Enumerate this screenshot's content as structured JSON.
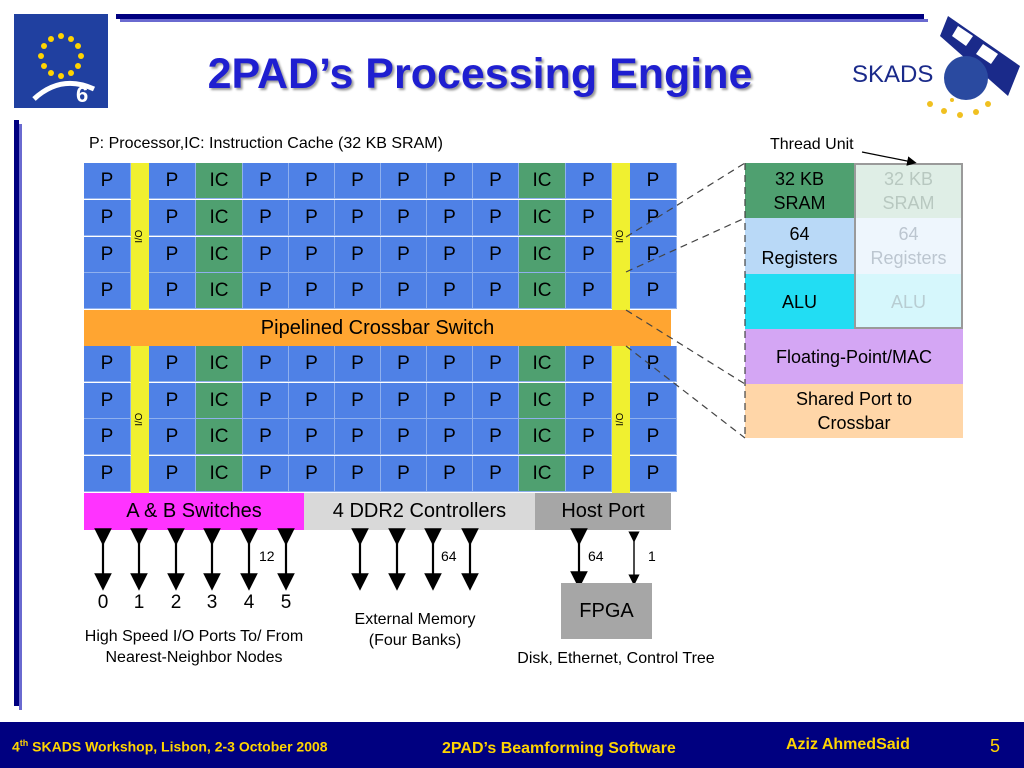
{
  "title": "2PAD’s Processing Engine",
  "legend_text": "P: Processor,IC: Instruction Cache (32 KB SRAM)",
  "columns": [
    "P",
    "I/O",
    "P",
    "IC",
    "P",
    "P",
    "P",
    "P",
    "P",
    "P",
    "IC",
    "P",
    "I/O",
    "P"
  ],
  "io_label": "I/O",
  "crossbar_label": "Pipelined Crossbar Switch",
  "bottom_bars": {
    "switches": "A & B Switches",
    "ddr": "4 DDR2 Controllers",
    "host": "Host Port"
  },
  "thread_unit": {
    "label": "Thread Unit",
    "sram": "32 KB SRAM",
    "registers": "64 Registers",
    "alu": "ALU",
    "fpu": "Floating-Point/MAC",
    "port": "Shared Port to Crossbar"
  },
  "port_numbers": [
    "0",
    "1",
    "2",
    "3",
    "4",
    "5"
  ],
  "width_labels": {
    "io_ports": "12",
    "memory": "64",
    "host_data": "64",
    "host_ctrl": "1"
  },
  "fpga_label": "FPGA",
  "captions": {
    "io": "High Speed I/O Ports To/ From Nearest-Neighbor Nodes",
    "memory": "External Memory (Four Banks)",
    "host": "Disk, Ethernet, Control Tree"
  },
  "footer": {
    "workshop_sup": "th",
    "workshop_num": "4",
    "workshop": " SKADS Workshop, Lisbon, 2-3 October 2008",
    "talk": "2PAD’s Beamforming Software",
    "author": "Aziz AhmedSaid",
    "page": "5"
  },
  "logos": {
    "eu": "EU FP6 logo",
    "skads": "SKADS"
  },
  "colors": {
    "processor": "#4f81e6",
    "icache": "#4fa070",
    "io": "#f0f030",
    "crossbar": "#ffa531",
    "switches": "#ff33ff",
    "ddr": "#d9d9d9",
    "host": "#a6a6a6",
    "title": "#1f1fd0",
    "footer_bg": "#000080",
    "footer_text": "#ffd400"
  }
}
